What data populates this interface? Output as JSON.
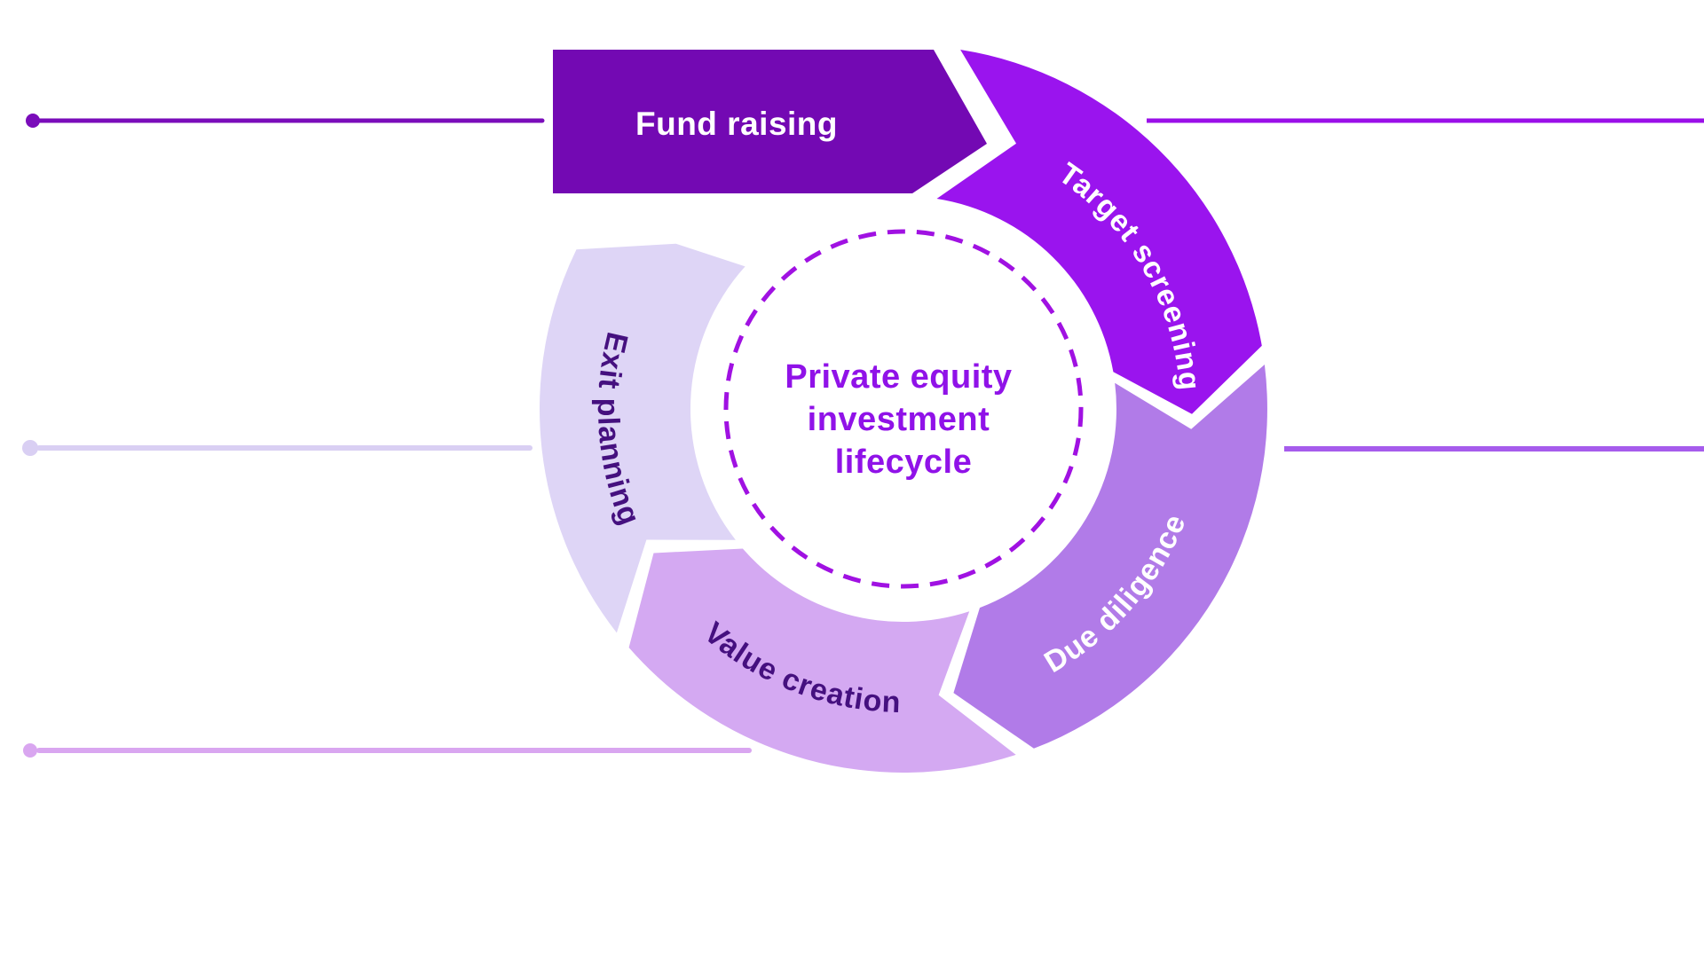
{
  "diagram": {
    "center_title": {
      "lines": [
        "Private equity",
        "investment",
        "lifecycle"
      ],
      "color": "#9012E8"
    },
    "dashed_circle_color": "#A011E2",
    "banner": {
      "label": "Fund raising",
      "fill": "#7309B3",
      "text_color": "#FFFFFF"
    },
    "segments": [
      {
        "label": "Target screening",
        "fill": "#9A14EE",
        "text_color": "#FFFFFF"
      },
      {
        "label": "Due diligence",
        "fill": "#B17BE8",
        "text_color": "#FFFFFF"
      },
      {
        "label": "Value creation",
        "fill": "#D4A9F2",
        "text_color": "#45107F"
      },
      {
        "label": "Exit planning",
        "fill": "#DED5F6",
        "text_color": "#45107F"
      }
    ],
    "connectors": {
      "top_left": {
        "color": "#7A0CBA"
      },
      "top_right": {
        "color": "#9A0FE8"
      },
      "middle_left": {
        "color": "#D9CFF3"
      },
      "middle_right": {
        "color": "#A65CEC"
      },
      "bottom_left": {
        "color": "#D9A6F0"
      }
    }
  }
}
